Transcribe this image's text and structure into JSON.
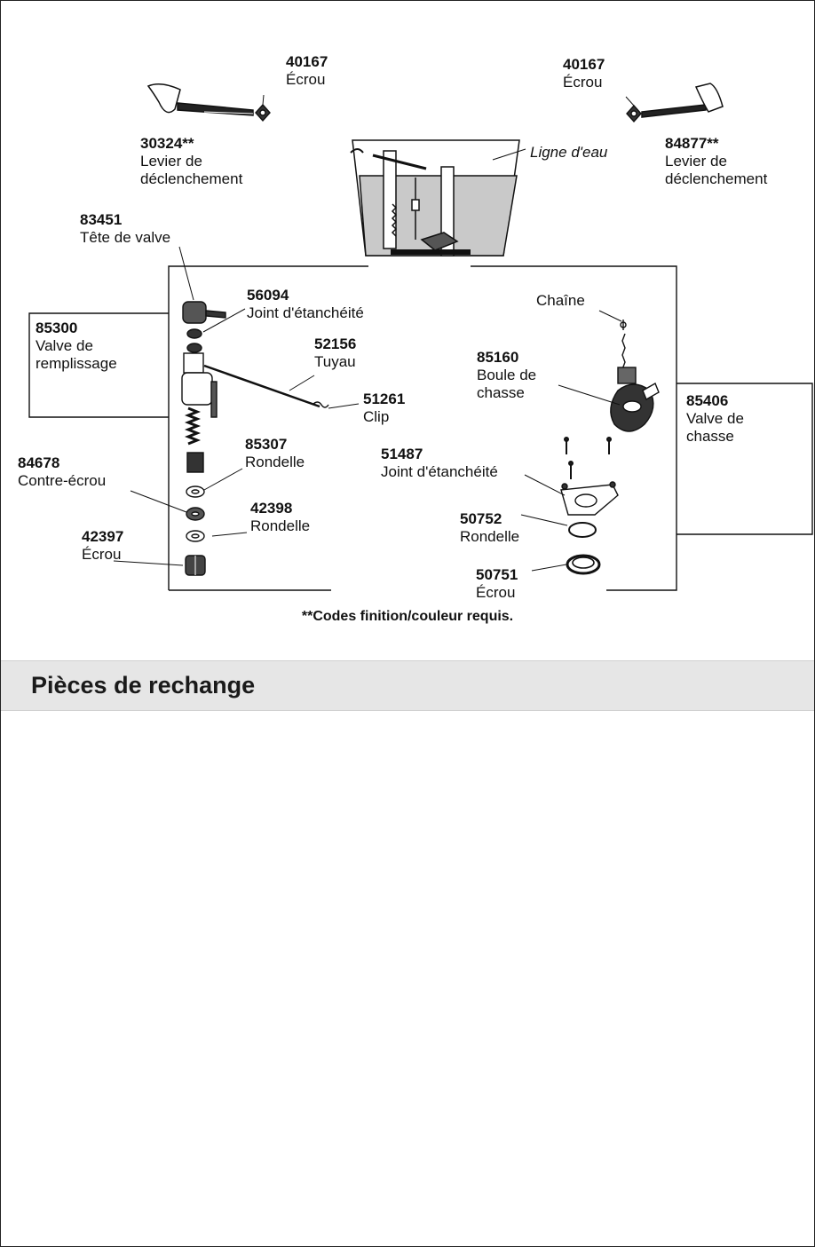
{
  "diagram": {
    "footnote": "**Codes finition/couleur requis.",
    "water_line_label": "Ligne d'eau",
    "parts": [
      {
        "id": "nut_left",
        "number": "40167",
        "name": "Écrou"
      },
      {
        "id": "nut_right",
        "number": "40167",
        "name": "Écrou"
      },
      {
        "id": "lever_left",
        "number": "30324**",
        "name": "Levier de\ndéclenchement"
      },
      {
        "id": "lever_right",
        "number": "84877**",
        "name": "Levier de\ndéclenchement"
      },
      {
        "id": "valve_head",
        "number": "83451",
        "name": "Tête de valve"
      },
      {
        "id": "seal_56094",
        "number": "56094",
        "name": "Joint d'étanchéité"
      },
      {
        "id": "fill_valve",
        "number": "85300",
        "name": "Valve de\nremplissage"
      },
      {
        "id": "tube",
        "number": "52156",
        "name": "Tuyau"
      },
      {
        "id": "clip",
        "number": "51261",
        "name": "Clip"
      },
      {
        "id": "washer_85307",
        "number": "85307",
        "name": "Rondelle"
      },
      {
        "id": "locknut",
        "number": "84678",
        "name": "Contre-écrou"
      },
      {
        "id": "washer_42398",
        "number": "42398",
        "name": "Rondelle"
      },
      {
        "id": "nut_42397",
        "number": "42397",
        "name": "Écrou"
      },
      {
        "id": "chain",
        "number": "",
        "name": "Chaîne"
      },
      {
        "id": "flapper",
        "number": "85160",
        "name": "Boule de\nchasse"
      },
      {
        "id": "flush_valve",
        "number": "85406",
        "name": "Valve de\nchasse"
      },
      {
        "id": "seal_51487",
        "number": "51487",
        "name": "Joint d'étanchéité"
      },
      {
        "id": "washer_50752",
        "number": "50752",
        "name": "Rondelle"
      },
      {
        "id": "nut_50751",
        "number": "50751",
        "name": "Écrou"
      }
    ]
  },
  "section": {
    "title": "Pièces de rechange"
  }
}
